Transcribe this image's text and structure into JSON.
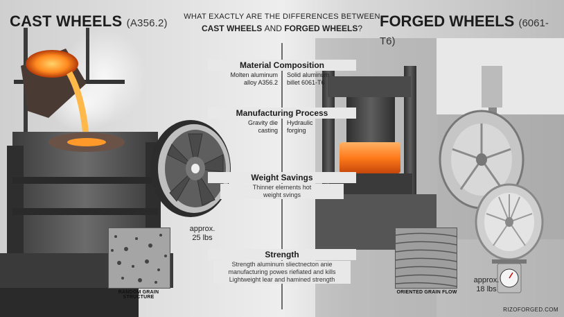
{
  "header": {
    "cast_title": "CAST WHEELS",
    "cast_spec": "(A356.2)",
    "forged_title": "FORGED WHEELS",
    "forged_spec": "(6061-T6)",
    "question_line1": "WHAT EXACTLY ARE THE DIFFERENCES BETWEEN",
    "question_cast": "CAST WHEELS",
    "question_and": "AND",
    "question_forged": "FORGED WHEELS",
    "question_end": "?"
  },
  "sections": {
    "material": {
      "title": "Material Composition",
      "left": "Molten aluminum\nalloy A356.2",
      "right": "Solid aluminum\nbillet 6061-T6"
    },
    "process": {
      "title": "Manufacturing Process",
      "left": "Gravity die\ncasting",
      "right": "Hydraulic\nforging"
    },
    "weight": {
      "title": "Weight Savings",
      "text": "Thinner elements hot\nweight svings"
    },
    "strength": {
      "title": "Strength",
      "text": "Strength aluminum sliectnecton anie\nmanufacturing powes riefiated and kills\nLightweight lear and hamined strength"
    }
  },
  "cast": {
    "weight": "approx.\n25 lbs",
    "grain_caption": "RANDOM GRAIN STRUCTURE"
  },
  "forged": {
    "weight": "approx.\n18 lbs",
    "grain_caption": "ORIENTED GRAIN FLOW"
  },
  "footer": {
    "watermark": "RIZOFORGED.COM"
  }
}
